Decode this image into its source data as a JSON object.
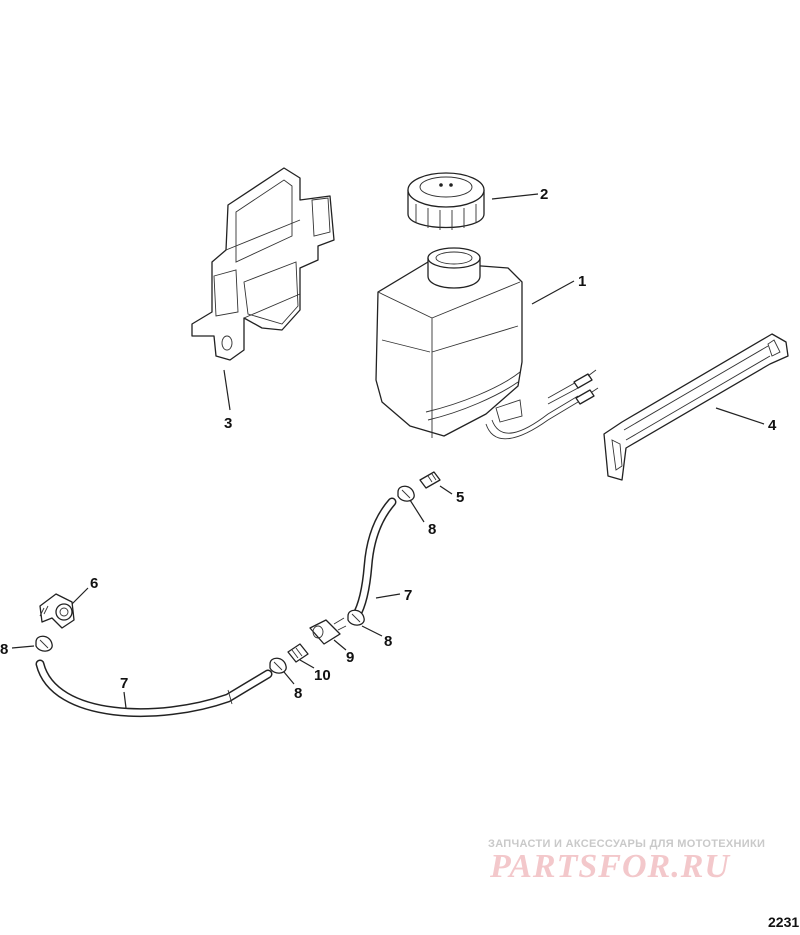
{
  "callouts": {
    "c1": "1",
    "c2": "2",
    "c3": "3",
    "c4": "4",
    "c5": "5",
    "c6": "6",
    "c7a": "7",
    "c7b": "7",
    "c8a": "8",
    "c8b": "8",
    "c8c": "8",
    "c8d": "8",
    "c9": "9",
    "c10": "10"
  },
  "watermark": {
    "tagline": "ЗАПЧАСТИ И АКСЕССУАРЫ ДЛЯ МОТОТЕХНИКИ",
    "logo": "PARTSFOR.RU"
  },
  "figure_id": "2231"
}
